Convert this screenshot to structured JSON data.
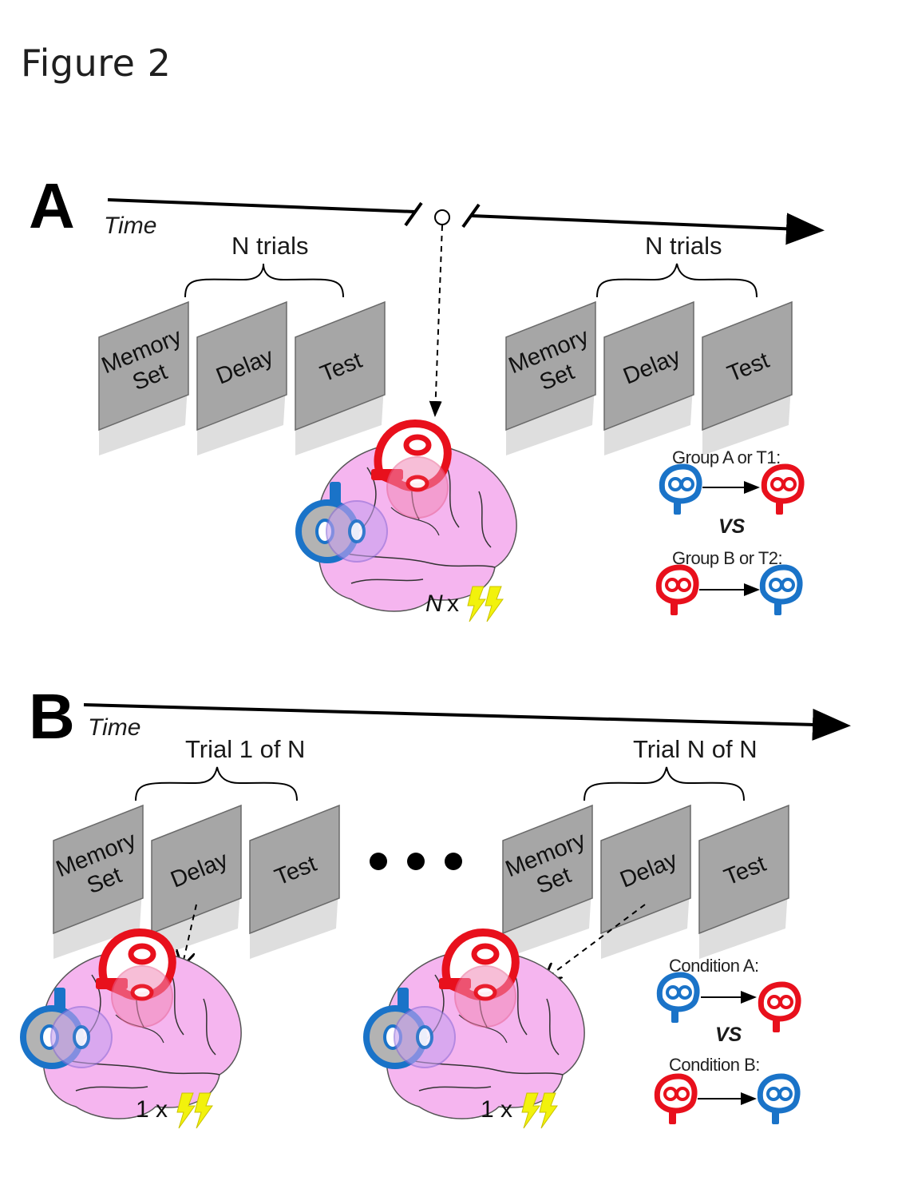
{
  "page_title": "Figure 2",
  "panel_a": {
    "letter": "A",
    "time_label": "Time",
    "brace_left": "N trials",
    "brace_right": "N trials",
    "cards": [
      "Memory",
      "Set",
      "Delay",
      "Test"
    ],
    "stim_count_n": "N",
    "stim_count_x": "x",
    "legend": {
      "first": "Group A or T1:",
      "vs": "VS",
      "second": "Group B or T2:"
    }
  },
  "panel_b": {
    "letter": "B",
    "time_label": "Time",
    "brace_left": "Trial 1 of N",
    "brace_right": "Trial N of N",
    "cards": [
      "Memory",
      "Set",
      "Delay",
      "Test"
    ],
    "stim_count_left": "1 x",
    "stim_count_right": "1 x",
    "legend": {
      "first": "Condition A:",
      "vs": "VS",
      "second": "Condition B:"
    }
  },
  "colors": {
    "card_fill": "#a6a6a6",
    "card_shadow": "#d4d4d4",
    "brain_fill": "#f5b5ef",
    "coil_red": "#e8101c",
    "coil_blue": "#1a73c8",
    "coil_gray": "#b3b3b3",
    "bolt_yellow": "#f2f20c"
  },
  "icons": [
    "tms-coil-red-icon",
    "tms-coil-blue-icon",
    "brain-icon",
    "lightning-bolt-icon",
    "ellipsis-dots-icon"
  ]
}
